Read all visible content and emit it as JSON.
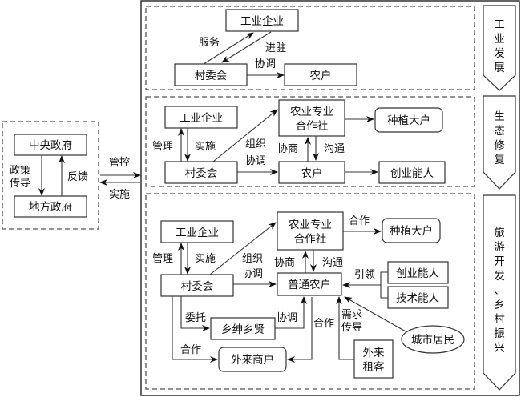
{
  "left": {
    "central_gov": "中央政府",
    "local_gov": "地方政府",
    "policy_1": "政策",
    "policy_2": "传导",
    "feedback": "反馈",
    "control": "管控",
    "implement": "实施"
  },
  "stages": {
    "industry": [
      "工",
      "业",
      "发",
      "展"
    ],
    "ecology": [
      "生",
      "态",
      "修",
      "复"
    ],
    "tourism": [
      "旅",
      "游",
      "开",
      "发",
      "、",
      "乡",
      "村",
      "振",
      "兴"
    ]
  },
  "panel1": {
    "enterprise": "工业企业",
    "village_committee": "村委会",
    "farmers": "农户",
    "service": "服务",
    "settle": "进驻",
    "coordinate": "协调"
  },
  "panel2": {
    "enterprise": "工业企业",
    "village_committee": "村委会",
    "coop_1": "农业专业",
    "coop_2": "合作社",
    "big_grower": "种植大户",
    "farmers": "农户",
    "entrepreneur": "创业能人",
    "manage": "管理",
    "implement": "实施",
    "organize": "组织",
    "coordinate": "协调",
    "negotiate": "协商",
    "communicate": "沟通"
  },
  "panel3": {
    "enterprise": "工业企业",
    "village_committee": "村委会",
    "coop_1": "农业专业",
    "coop_2": "合作社",
    "big_grower": "种植大户",
    "ordinary_farmers": "普通农户",
    "entrepreneur": "创业能人",
    "technician": "技术能人",
    "gentry": "乡绅乡贤",
    "merchants": "外来商户",
    "tenants_1": "外来",
    "tenants_2": "租客",
    "city_residents": "城市居民",
    "manage": "管理",
    "implement": "实施",
    "organize": "组织",
    "coordinate": "协调",
    "negotiate": "协商",
    "communicate": "沟通",
    "cooperate": "合作",
    "lead": "引领",
    "entrust": "委托",
    "coordinate2": "协调",
    "cooperate2": "合作",
    "cooperate3": "合作",
    "demand_1": "需求",
    "demand_2": "传导"
  }
}
